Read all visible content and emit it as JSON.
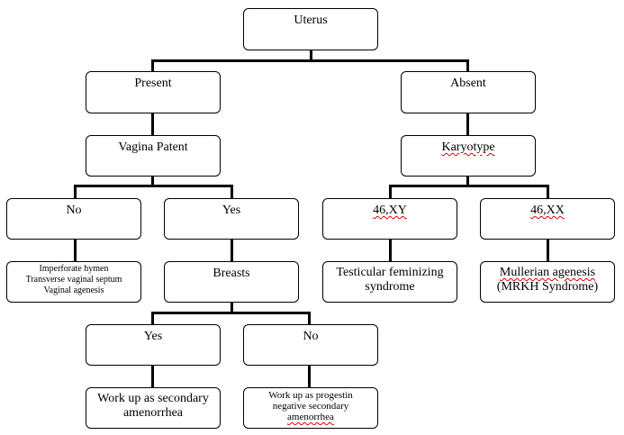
{
  "nodes": {
    "uterus": "Uterus",
    "present": "Present",
    "absent": "Absent",
    "vagina_patent": "Vagina Patent",
    "karyotype": "Karyotype",
    "no_vagina": "No",
    "yes_vagina": "Yes",
    "kary_46xy": "46,XY",
    "kary_46xx": "46,XX",
    "obstruction_lines": [
      "Imperforate hymen",
      "Transverse vaginal septum",
      "Vaginal agenesis"
    ],
    "breasts": "Breasts",
    "testicular_lines": [
      "Testicular feminizing",
      "syndrome"
    ],
    "mullerian_lines": [
      "Mullerian agenesis",
      "(MRKH Syndrome)"
    ],
    "yes_breasts": "Yes",
    "no_breasts": "No",
    "secondary_lines": [
      "Work up as secondary",
      "amenorrhea"
    ],
    "progestin_lines": [
      "Work up as progestin",
      "negative secondary",
      "amenorrhea"
    ]
  }
}
